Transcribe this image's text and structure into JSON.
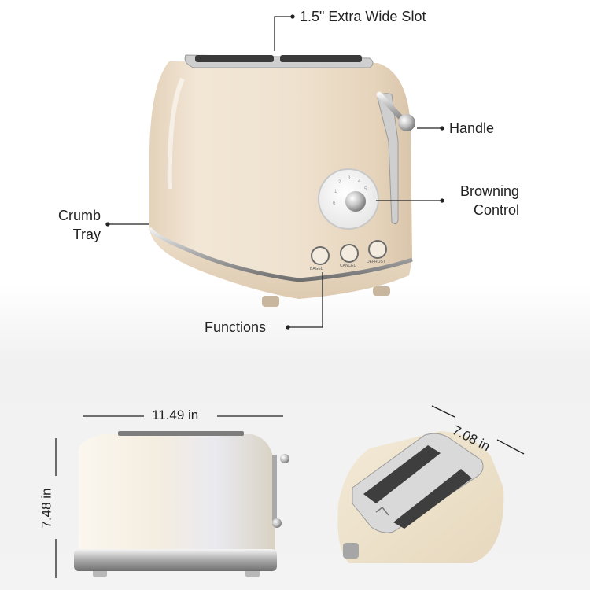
{
  "callouts": {
    "slot": "1.5\" Extra Wide Slot",
    "handle": "Handle",
    "browning_line1": "Browning",
    "browning_line2": "Control",
    "crumb_line1": "Crumb",
    "crumb_line2": "Tray",
    "functions": "Functions"
  },
  "buttons": {
    "bagel": "BAGEL",
    "cancel": "CANCEL",
    "defrost": "DEFROST"
  },
  "dimensions": {
    "width": "11.49 in",
    "height": "7.48 in",
    "depth": "7.08 in"
  },
  "colors": {
    "body_cream": "#efe2cf",
    "chrome": "#b9b9b9",
    "background_lower": "#f3f3f3"
  }
}
